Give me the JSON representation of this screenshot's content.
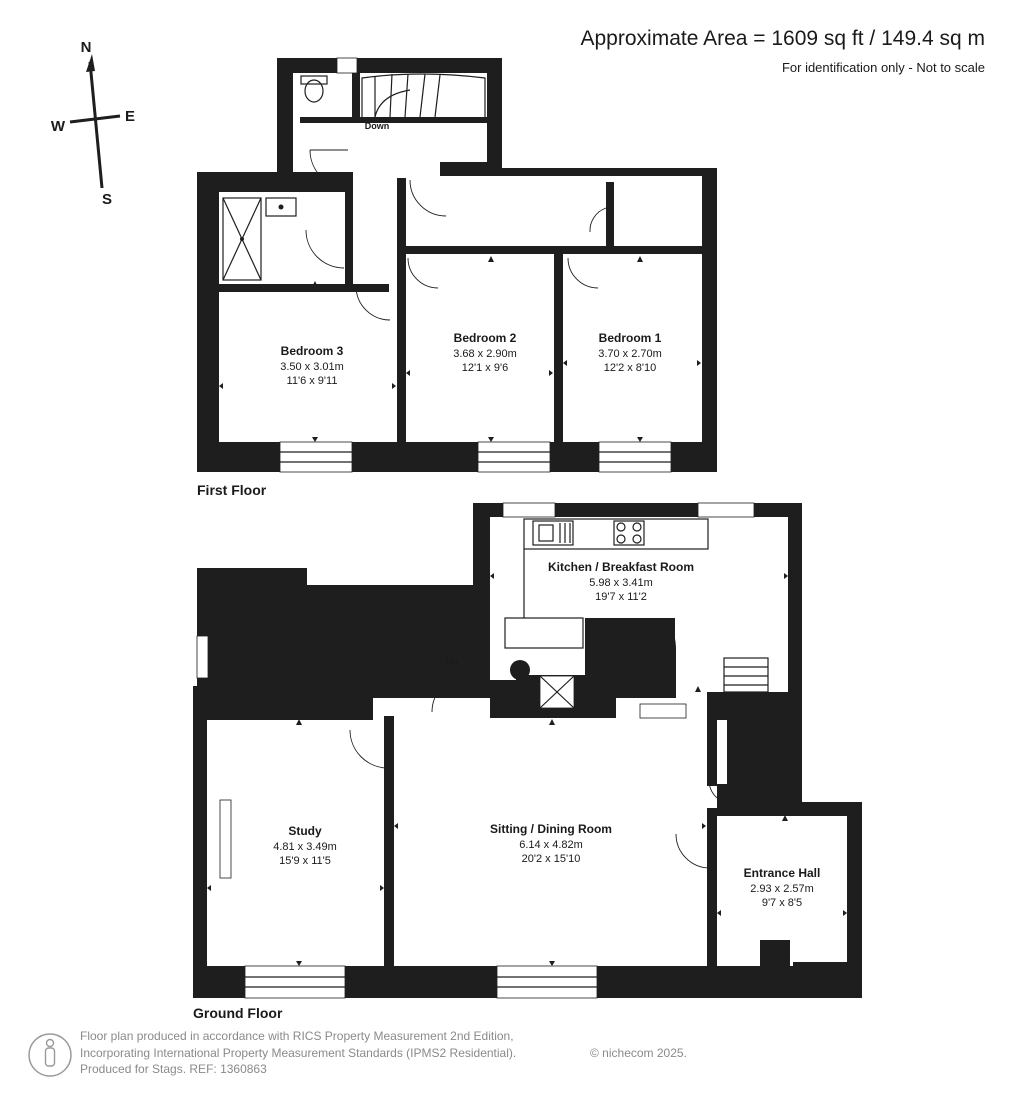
{
  "header": {
    "area": "Approximate Area = 1609 sq ft / 149.4 sq m",
    "disclaimer": "For identification only - Not to scale"
  },
  "compass": {
    "north": "N",
    "south": "S",
    "east": "E",
    "west": "W"
  },
  "first_floor": {
    "label": "First Floor",
    "stair_label": "Down",
    "rooms": [
      {
        "name": "Bedroom 3",
        "metric": "3.50 x 3.01m",
        "imperial": "11'6 x 9'11"
      },
      {
        "name": "Bedroom 2",
        "metric": "3.68 x 2.90m",
        "imperial": "12'1 x 9'6"
      },
      {
        "name": "Bedroom 1",
        "metric": "3.70 x 2.70m",
        "imperial": "12'2 x 8'10"
      }
    ]
  },
  "ground_floor": {
    "label": "Ground Floor",
    "stair_label": "Up",
    "rooms": [
      {
        "name": "Kitchen / Breakfast Room",
        "metric": "5.98 x 3.41m",
        "imperial": "19'7 x 11'2"
      },
      {
        "name": "Study",
        "metric": "4.81 x 3.49m",
        "imperial": "15'9 x 11'5"
      },
      {
        "name": "Sitting / Dining Room",
        "metric": "6.14 x 4.82m",
        "imperial": "20'2 x 15'10"
      },
      {
        "name": "Entrance Hall",
        "metric": "2.93 x 2.57m",
        "imperial": "9'7 x 8'5"
      }
    ]
  },
  "footer": {
    "line1": "Floor plan produced in accordance with RICS Property Measurement 2nd Edition,",
    "line2": "Incorporating International Property Measurement Standards (IPMS2 Residential).",
    "copyright": "© nichecom 2025.",
    "line3": "Produced for Stags.   REF: 1360863"
  }
}
